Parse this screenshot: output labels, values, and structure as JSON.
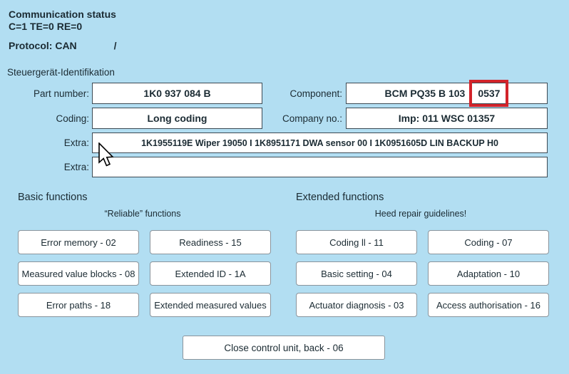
{
  "colors": {
    "background": "#b2def2",
    "text": "#1b2b33",
    "field_background": "#ffffff",
    "field_border": "#3c4a54",
    "button_border": "#8a949c",
    "highlight_red": "#d2232a"
  },
  "header": {
    "title": "Communication status",
    "status_line": "C=1 TE=0 RE=0",
    "protocol_label": "Protocol: CAN",
    "protocol_separator": "/",
    "section_title": "Steuergerät-Identifikation"
  },
  "identification": {
    "part_number": {
      "label": "Part number:",
      "value": "1K0 937 084 B"
    },
    "component": {
      "label": "Component:",
      "value_prefix": "BCM PQ35  B  103",
      "value_highlighted": "0537"
    },
    "coding": {
      "label": "Coding:",
      "value": "Long coding"
    },
    "company_no": {
      "label": "Company no.:",
      "value": "Imp: 011     WSC 01357"
    },
    "extra1": {
      "label": "Extra:",
      "value": "1K1955119E Wiper 19050  I  1K8951171 DWA sensor  00  I  1K0951605D LIN BACKUP H0"
    },
    "extra2": {
      "label": "Extra:",
      "value": ""
    }
  },
  "basic_functions": {
    "title": "Basic functions",
    "subtitle": "“Reliable” functions",
    "buttons": [
      "Error memory - 02",
      "Readiness - 15",
      "Measured value blocks - 08",
      "Extended ID - 1A",
      "Error paths - 18",
      "Extended measured values"
    ]
  },
  "extended_functions": {
    "title": "Extended functions",
    "subtitle": "Heed repair guidelines!",
    "buttons": [
      "Coding ll - 11",
      "Coding - 07",
      "Basic setting - 04",
      "Adaptation - 10",
      "Actuator diagnosis - 03",
      "Access authorisation - 16"
    ]
  },
  "footer": {
    "close_button": "Close control unit, back - 06"
  },
  "icons": {
    "mouse_cursor": "arrow-pointer"
  }
}
